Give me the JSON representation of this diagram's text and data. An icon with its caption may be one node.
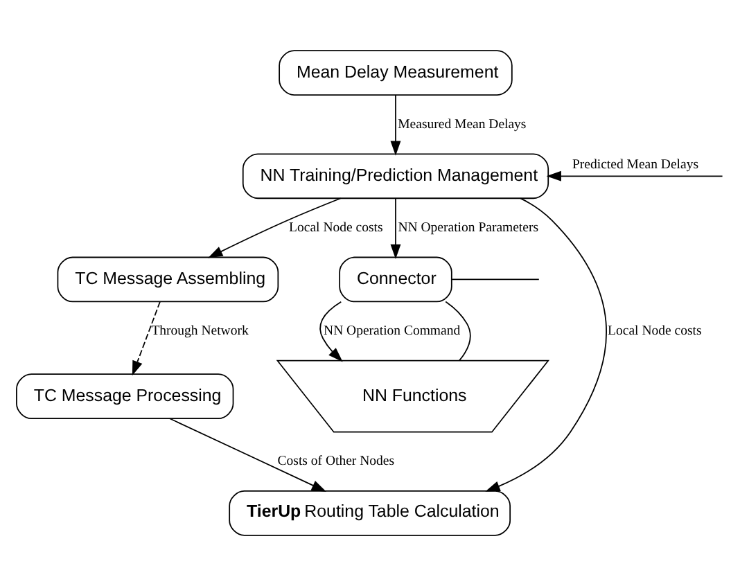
{
  "diagram": {
    "nodes": [
      {
        "text": [
          "Mean Delay Measurement"
        ]
      },
      {
        "text": [
          "NN Training/Prediction Management"
        ]
      },
      {
        "text": [
          "TC Message Assembling"
        ]
      },
      {
        "text": [
          "Connector"
        ]
      },
      {
        "text": [
          "TC Message Processing"
        ]
      },
      {
        "text": [
          "NN Functions"
        ]
      },
      {
        "text": [
          "**TierUp** Routing Table Calculation"
        ]
      }
    ],
    "edges": [
      {
        "from": 0,
        "to": 1,
        "arrow": "to",
        "label": "Measured Mean Delays"
      },
      {
        "from": null,
        "to": 1,
        "arrow": "to",
        "label": "Predicted Mean Delays"
      },
      {
        "from": 1,
        "to": 2,
        "arrow": "to",
        "label": "Local Node costs"
      },
      {
        "from": 1,
        "to": 3,
        "arrow": "to",
        "label": "NN Operation Parameters"
      },
      {
        "from": 2,
        "to": 4,
        "arrow": "to",
        "label": "Through Network",
        "style": "dashed"
      },
      {
        "from": 3,
        "to": 5,
        "arrow": "to",
        "label": "NN Operation Command"
      },
      {
        "from": 3,
        "to": 5,
        "arrow": "none"
      },
      {
        "from": 3,
        "to": null,
        "arrow": "none"
      },
      {
        "from": 4,
        "to": 6,
        "arrow": "to",
        "label": "Costs of Other Nodes"
      },
      {
        "from": 1,
        "to": 6,
        "arrow": "to",
        "label": "Local Node costs"
      }
    ]
  }
}
